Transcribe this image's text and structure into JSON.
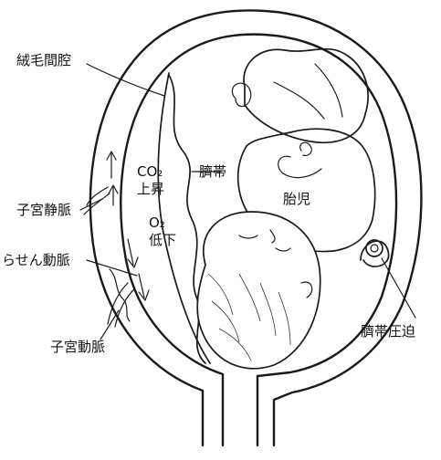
{
  "labels": {
    "intervillous_space": "絨毛間腔",
    "co2_line1": "CO₂",
    "co2_line2": "上昇",
    "umbilical_cord": "臍帯",
    "fetus": "胎児",
    "uterine_vein": "子宮静脈",
    "o2_line1": "O₂",
    "o2_line2": "低下",
    "spiral_artery": "らせん動脈",
    "uterine_artery": "子宮動脈",
    "cord_compression": "臍帯圧迫"
  },
  "colors": {
    "ink": "#1a1a1a",
    "background": "#ffffff"
  }
}
